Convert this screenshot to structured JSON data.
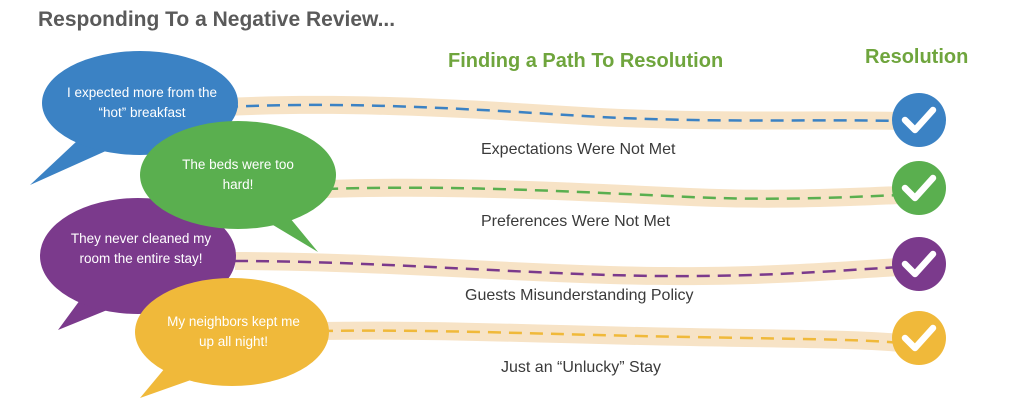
{
  "title": "Responding To a Negative Review...",
  "headings": {
    "path": "Finding a Path To Resolution",
    "resolution": "Resolution"
  },
  "colors": {
    "blue": "#3b82c4",
    "green": "#5aaf4f",
    "purple": "#7b3a8c",
    "yellow": "#f0b93a",
    "ribbon": "#f7e3c6",
    "heading_green": "#6fa53d"
  },
  "rows": [
    {
      "id": "blue",
      "complaint": "I expected more from the “hot” breakfast",
      "category": "Expectations Were Not Met",
      "icon": "check-icon"
    },
    {
      "id": "green",
      "complaint": "The beds were too hard!",
      "category": "Preferences Were Not Met",
      "icon": "check-icon"
    },
    {
      "id": "purple",
      "complaint": "They never cleaned my room the entire stay!",
      "category": "Guests Misunderstanding Policy",
      "icon": "check-icon"
    },
    {
      "id": "yellow",
      "complaint": "My neighbors kept me up all night!",
      "category": "Just an “Unlucky” Stay",
      "icon": "check-icon"
    }
  ]
}
